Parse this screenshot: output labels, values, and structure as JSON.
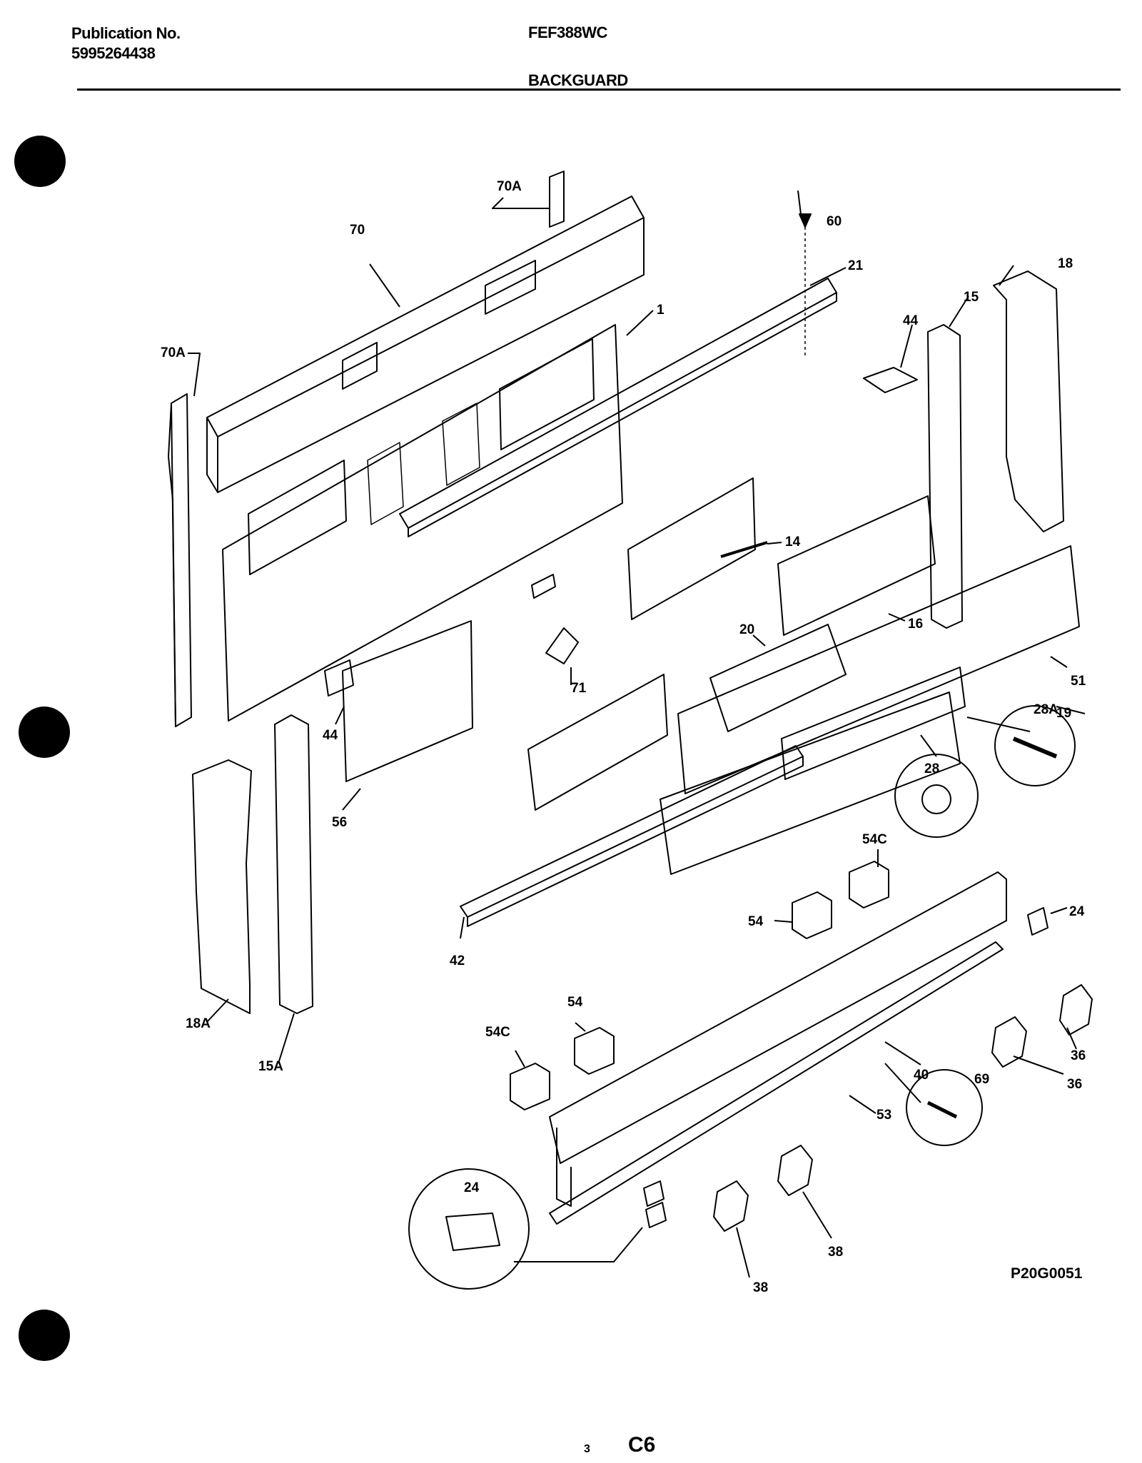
{
  "header": {
    "publication_label": "Publication No.",
    "publication_number": "5995264438",
    "model": "FEF388WC",
    "section": "BACKGUARD"
  },
  "drawing_code": "P20G0051",
  "footer": {
    "page_number": "3",
    "page_code": "C6"
  },
  "labels": {
    "l70A_top": "70A",
    "l70": "70",
    "l60": "60",
    "l21": "21",
    "l18": "18",
    "l1": "1",
    "l15": "15",
    "l44_top": "44",
    "l70A_left": "70A",
    "l14": "14",
    "l16": "16",
    "l20": "20",
    "l71": "71",
    "l51": "51",
    "l19": "19",
    "l28A": "28A",
    "l28": "28",
    "l44_left": "44",
    "l56": "56",
    "l54C_top": "54C",
    "l54_top": "54",
    "l24_top": "24",
    "l42": "42",
    "l18A": "18A",
    "l15A": "15A",
    "l54_low": "54",
    "l54C_low": "54C",
    "l36_a": "36",
    "l36_b": "36",
    "l40": "40",
    "l69": "69",
    "l53": "53",
    "l24_low": "24",
    "l38_a": "38",
    "l38_b": "38"
  }
}
